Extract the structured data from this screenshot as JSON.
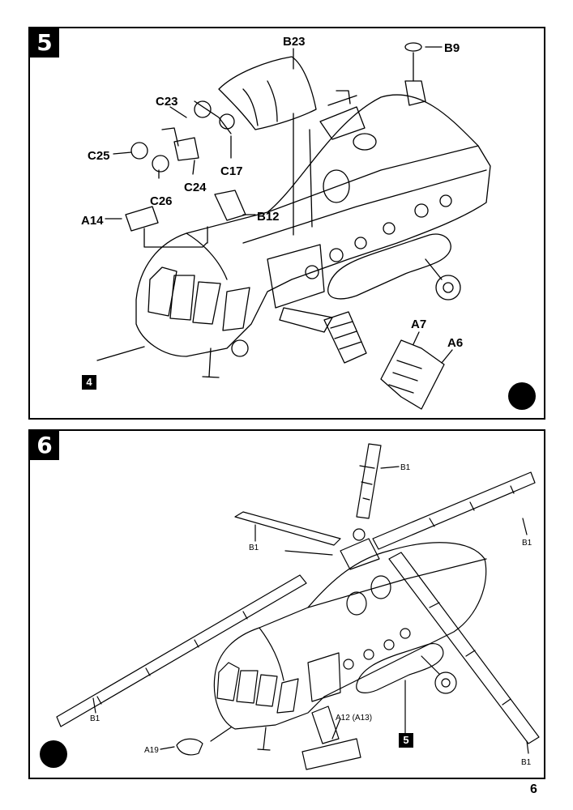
{
  "page_number": "6",
  "step5": {
    "number": "5",
    "labels": {
      "B23": "B23",
      "B9": "B9",
      "C23": "C23",
      "C25": "C25",
      "C26": "C26",
      "C24": "C24",
      "C17": "C17",
      "B12": "B12",
      "A14": "A14",
      "A7": "A7",
      "A6": "A6"
    },
    "ref_box": "4"
  },
  "step6": {
    "number": "6",
    "labels": {
      "B1_top": "B1",
      "B1_left_top": "B1",
      "B1_right": "B1",
      "B1_left_bottom": "B1",
      "B1_bottom_right": "B1",
      "A19": "A19",
      "A12": "A12 (A13)"
    },
    "ref_box": "5"
  }
}
